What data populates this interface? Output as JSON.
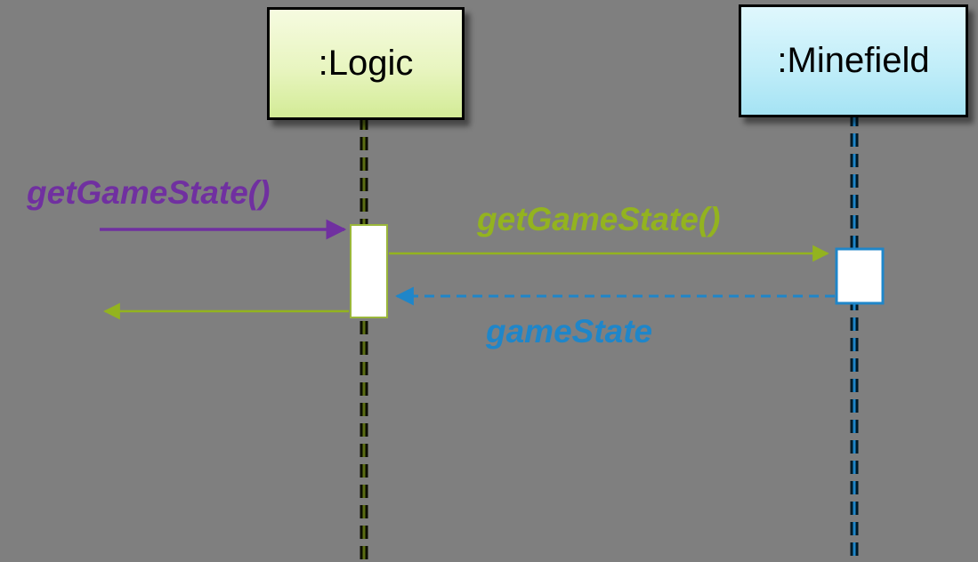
{
  "diagram": {
    "type": "uml-sequence-diagram",
    "background_color": "#7f7f7f",
    "objects": [
      {
        "id": "logic",
        "label": ":Logic",
        "fill_top": "#f6fbe0",
        "fill_bottom": "#d3eb96",
        "border_color": "#000000",
        "lifeline_color": "#5b6e14"
      },
      {
        "id": "minefield",
        "label": ":Minefield",
        "fill_top": "#dff7fd",
        "fill_bottom": "#a5e3f4",
        "border_color": "#000000",
        "lifeline_color": "#1f86c9"
      }
    ],
    "messages": [
      {
        "id": "call-getgamestate-to-logic",
        "label": "getGameState()",
        "color": "#7030a0",
        "line_style": "solid",
        "from": "external",
        "to": "logic",
        "direction": "right"
      },
      {
        "id": "call-getgamestate-to-minefield",
        "label": "getGameState()",
        "color": "#93b31f",
        "line_style": "solid",
        "from": "logic",
        "to": "minefield",
        "direction": "right"
      },
      {
        "id": "return-gamestate-to-logic",
        "label": "gameState",
        "color": "#1f86c9",
        "line_style": "dashed",
        "from": "minefield",
        "to": "logic",
        "direction": "left"
      },
      {
        "id": "return-to-external-caller",
        "label": "",
        "color": "#93b31f",
        "line_style": "solid",
        "from": "logic",
        "to": "external",
        "direction": "left"
      }
    ]
  }
}
